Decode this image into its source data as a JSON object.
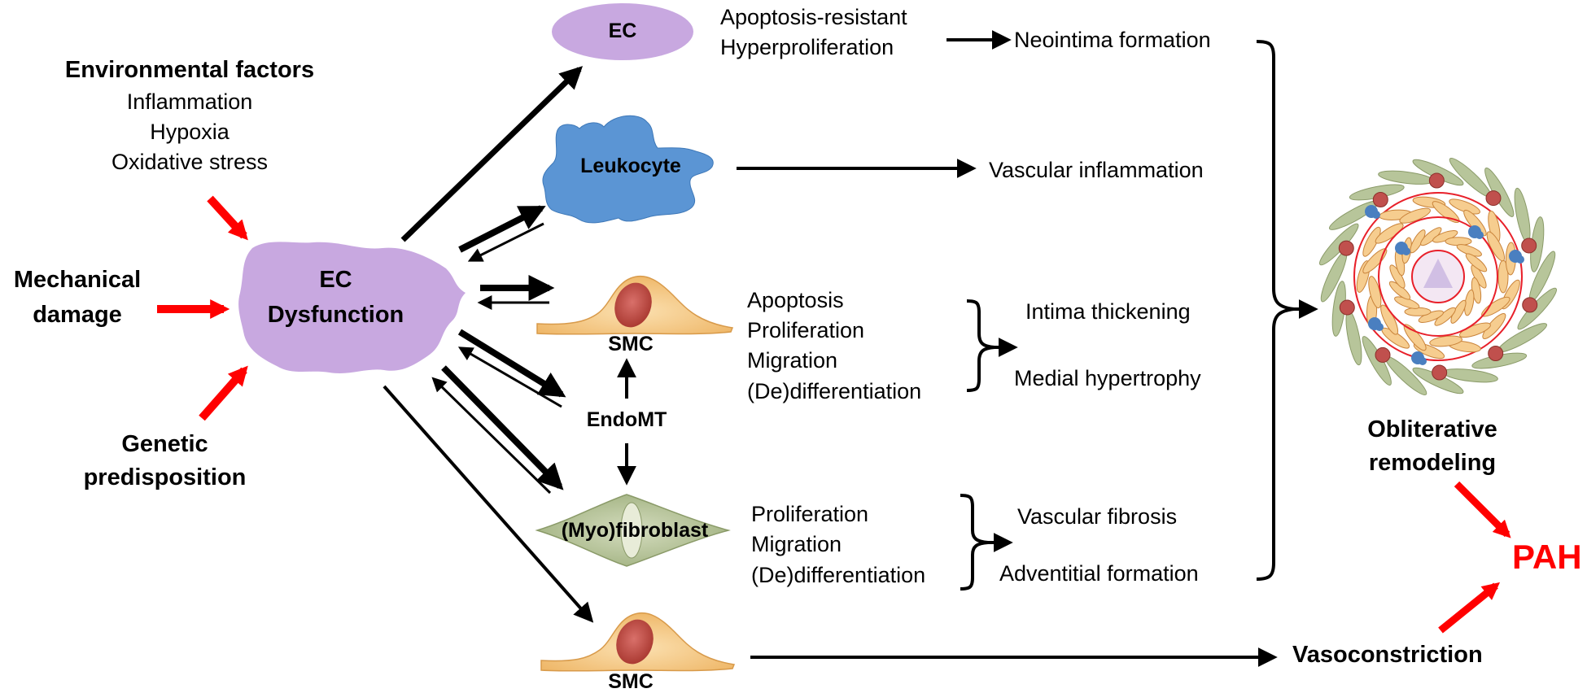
{
  "environmental": {
    "title": "Environmental factors",
    "items": [
      "Inflammation",
      "Hypoxia",
      "Oxidative stress"
    ]
  },
  "mechanical": [
    "Mechanical",
    "damage"
  ],
  "genetic": [
    "Genetic",
    "predisposition"
  ],
  "ec_dysfunction": [
    "EC",
    "Dysfunction"
  ],
  "cells": {
    "ec": "EC",
    "leukocyte": "Leukocyte",
    "smc_top": "SMC",
    "endomt": "EndoMT",
    "myofibroblast": "(Myo)fibroblast",
    "smc_bottom": "SMC"
  },
  "ec_effects": [
    "Apoptosis-resistant",
    "Hyperproliferation"
  ],
  "ec_outcome": "Neointima formation",
  "leukocyte_outcome": "Vascular inflammation",
  "smc_effects": [
    "Apoptosis",
    "Proliferation",
    "Migration",
    "(De)differentiation"
  ],
  "smc_outcomes": [
    "Intima thickening",
    "Medial hypertrophy"
  ],
  "fibro_effects": [
    "Proliferation",
    "Migration",
    "(De)differentiation"
  ],
  "fibro_outcomes": [
    "Vascular fibrosis",
    "Adventitial formation"
  ],
  "obliterative": [
    "Obliterative",
    "remodeling"
  ],
  "pah": "PAH",
  "vasoconstriction": "Vasoconstriction",
  "colors": {
    "ec_cell": "#c8a8e0",
    "leukocyte": "#5b95d4",
    "smc_body": "#f6cd8f",
    "smc_nucleus": "#c0504d",
    "fibroblast": "#b7c59a",
    "red_arrow": "#ff0000",
    "remodel_red_ring": "#e8202a"
  },
  "icons": [
    "ec-cell-icon",
    "leukocyte-cell-icon",
    "smc-cell-icon",
    "myofibroblast-cell-icon",
    "vessel-cross-section-icon"
  ]
}
